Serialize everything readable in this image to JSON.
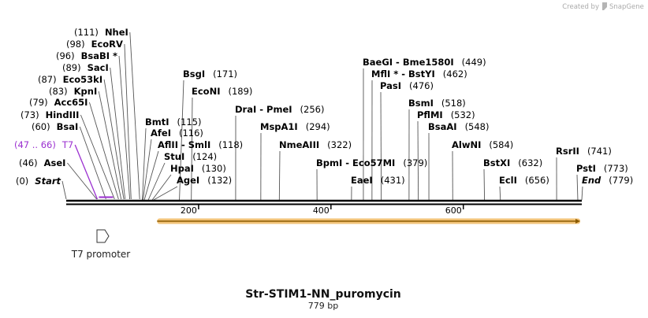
{
  "credit": {
    "created_by": "Created by",
    "brand": "SnapGene"
  },
  "sequence": {
    "name": "Str-STIM1-NN_puromycin",
    "length_label": "779 bp",
    "length": 779
  },
  "colors": {
    "backbone": "#000000",
    "primer": "#9b30d0",
    "orf_fill": "#f0b860",
    "orf_line": "#8a5a00",
    "promoter": "#ffffff"
  },
  "ruler": {
    "ticks": [
      200,
      400,
      600
    ]
  },
  "features": {
    "t7_promoter": {
      "label": "T7 promoter",
      "start": 47,
      "end": 66,
      "direction": "forward",
      "icon": "promoter-arrow-icon"
    },
    "orf": {
      "start": 135,
      "end": 779,
      "direction": "forward"
    }
  },
  "annotations": [
    {
      "id": "start",
      "name": "Start",
      "pos": "(0)",
      "site": 0,
      "style": "special"
    },
    {
      "id": "asei",
      "name": "AseI",
      "pos": "(46)",
      "site": 46
    },
    {
      "id": "t7",
      "name": "T7",
      "pos": "(47 .. 66)",
      "site": 47,
      "style": "primer"
    },
    {
      "id": "bsai",
      "name": "BsaI",
      "pos": "(60)",
      "site": 60
    },
    {
      "id": "hindiii",
      "name": "HindIII",
      "pos": "(73)",
      "site": 73
    },
    {
      "id": "acc65i",
      "name": "Acc65I",
      "pos": "(79)",
      "site": 79
    },
    {
      "id": "kpni",
      "name": "KpnI",
      "pos": "(83)",
      "site": 83
    },
    {
      "id": "eco53ki",
      "name": "Eco53kI",
      "pos": "(87)",
      "site": 87
    },
    {
      "id": "saci",
      "name": "SacI",
      "pos": "(89)",
      "site": 89
    },
    {
      "id": "bsabi",
      "name": "BsaBI *",
      "pos": "(96)",
      "site": 96
    },
    {
      "id": "ecorv",
      "name": "EcoRV",
      "pos": "(98)",
      "site": 98
    },
    {
      "id": "nhei",
      "name": "NheI",
      "pos": "(111)",
      "site": 111
    },
    {
      "id": "bmti",
      "name": "BmtI",
      "pos": "(115)",
      "site": 115
    },
    {
      "id": "afei",
      "name": "AfeI",
      "pos": "(116)",
      "site": 116
    },
    {
      "id": "aflii",
      "name": "AflII  -  SmlI",
      "pos": "(118)",
      "site": 118
    },
    {
      "id": "stui",
      "name": "StuI",
      "pos": "(124)",
      "site": 124
    },
    {
      "id": "hpai",
      "name": "HpaI",
      "pos": "(130)",
      "site": 130
    },
    {
      "id": "agei",
      "name": "AgeI",
      "pos": "(132)",
      "site": 132
    },
    {
      "id": "bsgi",
      "name": "BsgI",
      "pos": "(171)",
      "site": 171
    },
    {
      "id": "econi",
      "name": "EcoNI",
      "pos": "(189)",
      "site": 189
    },
    {
      "id": "drai",
      "name": "DraI  -  PmeI",
      "pos": "(256)",
      "site": 256
    },
    {
      "id": "mspa1i",
      "name": "MspA1I",
      "pos": "(294)",
      "site": 294
    },
    {
      "id": "nmeaiii",
      "name": "NmeAIII",
      "pos": "(322)",
      "site": 322
    },
    {
      "id": "bpmi",
      "name": "BpmI  -  Eco57MI",
      "pos": "(379)",
      "site": 379
    },
    {
      "id": "eaei",
      "name": "EaeI",
      "pos": "(431)",
      "site": 431
    },
    {
      "id": "baegi",
      "name": "BaeGI  -  Bme1580I",
      "pos": "(449)",
      "site": 449
    },
    {
      "id": "mfli",
      "name": "MflI *  -  BstYI",
      "pos": "(462)",
      "site": 462
    },
    {
      "id": "pasi",
      "name": "PasI",
      "pos": "(476)",
      "site": 476
    },
    {
      "id": "bsmi",
      "name": "BsmI",
      "pos": "(518)",
      "site": 518
    },
    {
      "id": "pflmi",
      "name": "PflMI",
      "pos": "(532)",
      "site": 532
    },
    {
      "id": "bsaai",
      "name": "BsaAI",
      "pos": "(548)",
      "site": 548
    },
    {
      "id": "alwni",
      "name": "AlwNI",
      "pos": "(584)",
      "site": 584
    },
    {
      "id": "bstxi",
      "name": "BstXI",
      "pos": "(632)",
      "site": 632
    },
    {
      "id": "ecli",
      "name": "EclI",
      "pos": "(656)",
      "site": 656
    },
    {
      "id": "rsrii",
      "name": "RsrII",
      "pos": "(741)",
      "site": 741
    },
    {
      "id": "psti",
      "name": "PstI",
      "pos": "(773)",
      "site": 773
    },
    {
      "id": "end",
      "name": "End",
      "pos": "(779)",
      "site": 779,
      "style": "special"
    }
  ]
}
